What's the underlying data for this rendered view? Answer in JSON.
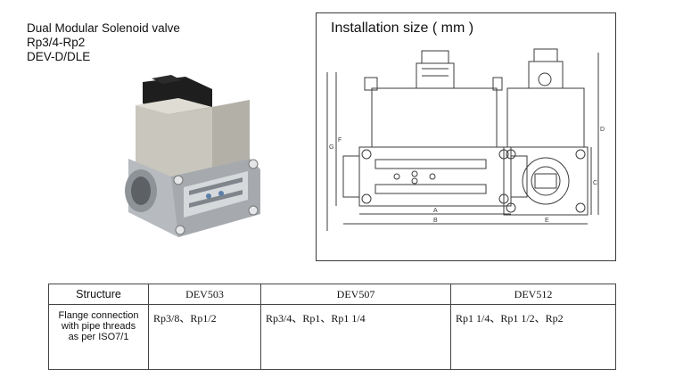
{
  "product": {
    "line1": "Dual Modular Solenoid valve",
    "line2": "Rp3/4-Rp2",
    "line3": "DEV-D/DLE"
  },
  "drawing": {
    "title": "Installation size ( mm )",
    "dimension_labels": [
      "A",
      "B",
      "C",
      "D",
      "E",
      "F",
      "G"
    ]
  },
  "table": {
    "header": {
      "structure": "Structure",
      "models": [
        "DEV503",
        "DEV507",
        "DEV512"
      ]
    },
    "row": {
      "structure_lines": [
        "Flange connection",
        "with pipe threads",
        "as per ISO7/1"
      ],
      "values": [
        "Rp3/8、Rp1/2",
        "Rp3/4、Rp1、Rp1 1/4",
        "Rp1 1/4、Rp1 1/2、Rp2"
      ]
    }
  },
  "colors": {
    "line": "#3b3b3b",
    "photo_body": "#c9c7bd",
    "photo_metal": "#b7bbbf",
    "photo_cap": "#1e1e1e"
  }
}
